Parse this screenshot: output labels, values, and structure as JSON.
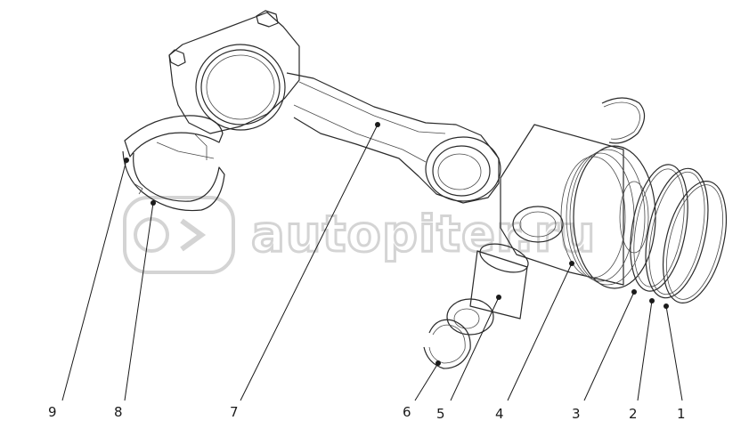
{
  "watermark": {
    "text": "autopiter.ru"
  },
  "callouts": [
    {
      "id": "9",
      "label": "9"
    },
    {
      "id": "8",
      "label": "8"
    },
    {
      "id": "7",
      "label": "7"
    },
    {
      "id": "6",
      "label": "6"
    },
    {
      "id": "5",
      "label": "5"
    },
    {
      "id": "4",
      "label": "4"
    },
    {
      "id": "3",
      "label": "3"
    },
    {
      "id": "2",
      "label": "2"
    },
    {
      "id": "1",
      "label": "1"
    }
  ],
  "colors": {
    "line": "#2a2a2a",
    "watermark": "#d4d4d4",
    "background": "#ffffff"
  }
}
